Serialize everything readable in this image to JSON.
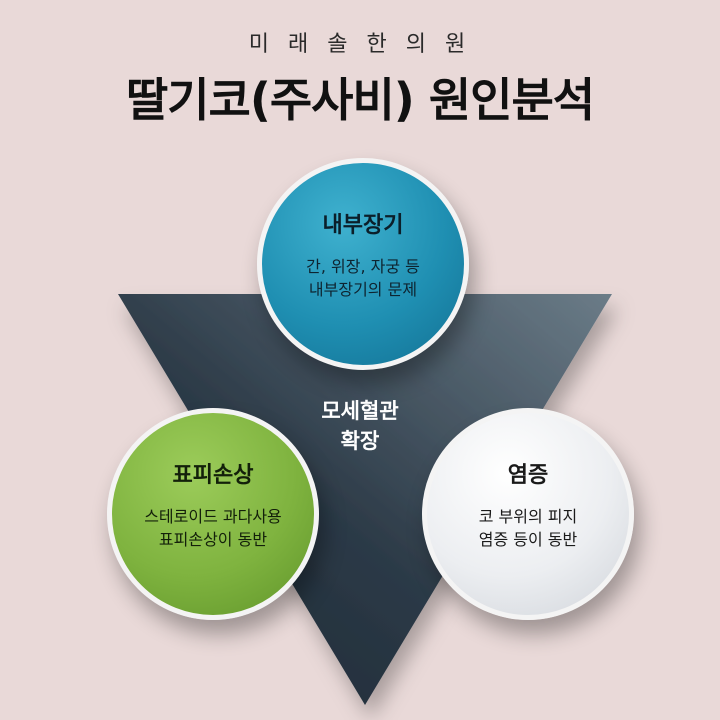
{
  "header": {
    "clinic_name": "미 래 솔 한 의 원",
    "title": "딸기코(주사비) 원인분석"
  },
  "center": {
    "line1": "모세혈관",
    "line2": "확장"
  },
  "circles": {
    "top": {
      "heading": "내부장기",
      "line1": "간, 위장, 자궁 등",
      "line2": "내부장기의 문제",
      "color": "#1f8fb2"
    },
    "left": {
      "heading": "표피손상",
      "line1": "스테로이드 과다사용",
      "line2": "표피손상이 동반",
      "color": "#7fb33f"
    },
    "right": {
      "heading": "염증",
      "line1": "코 부위의 피지",
      "line2": "염증 등이 동반",
      "color": "#eceef1"
    }
  },
  "colors": {
    "background": "#e9d9d8",
    "triangle_light": "#6b7c88",
    "triangle_dark": "#1b2733"
  }
}
